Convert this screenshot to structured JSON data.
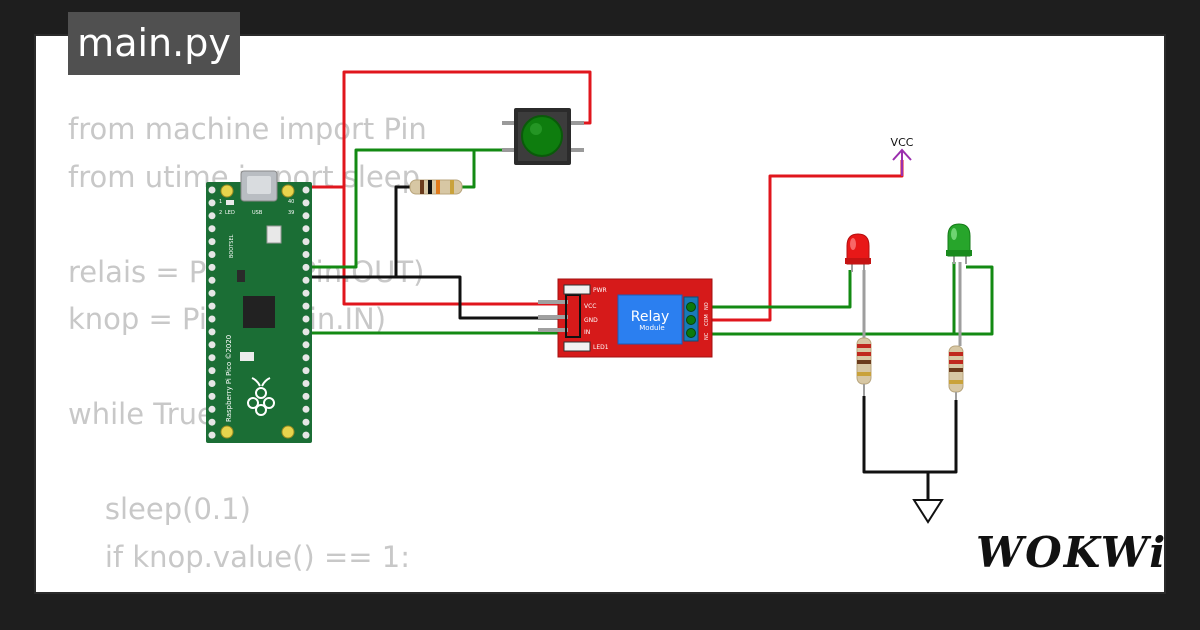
{
  "editor": {
    "tab_title": "main.py",
    "code_lines": [
      "from machine import Pin",
      "from utime import sleep",
      "",
      "relais = Pin(15, Pin.OUT)",
      "knop = Pin(14, Pin.IN)",
      "",
      "while True:",
      "",
      "    sleep(0.1)",
      "    if knop.value() == 1:"
    ]
  },
  "circuit": {
    "pico": {
      "usb_label": "USB",
      "led_label": "LED",
      "bootsel_label": "BOOTSEL",
      "brand_label": "Raspberry Pi Pico ©2020",
      "pin_labels": [
        "1",
        "2",
        "39",
        "40"
      ]
    },
    "relay": {
      "title": "Relay",
      "subtitle": "Module",
      "pwr_label": "PWR",
      "led_label": "LED1",
      "pins": [
        "VCC",
        "GND",
        "IN"
      ],
      "out_pins": [
        "NO",
        "COM",
        "NC"
      ]
    },
    "vcc_label": "VCC",
    "colors": {
      "wire_red": "#e0161d",
      "wire_green": "#138a13",
      "wire_black": "#111111",
      "pcb_green": "#1b6e35",
      "relay_red": "#d61a1a",
      "relay_blue": "#2b7ff0",
      "vcc_purple": "#9b2fae"
    }
  },
  "brand": {
    "logo": "WOKWi"
  }
}
